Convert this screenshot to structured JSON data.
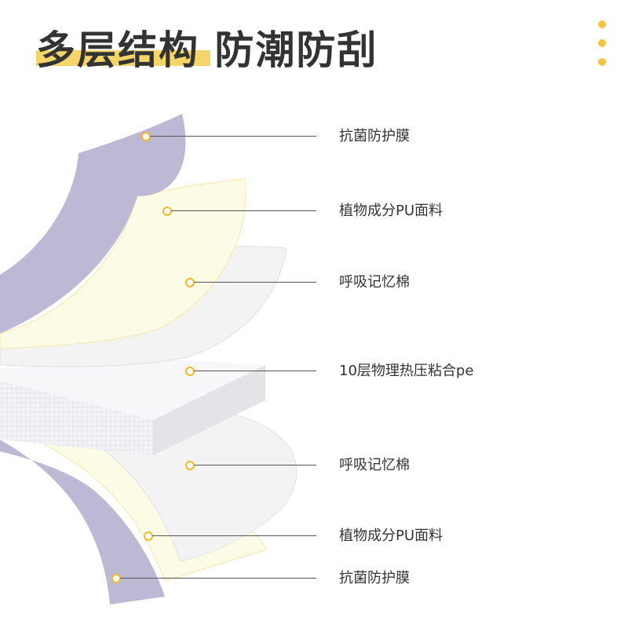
{
  "header": {
    "title": "多层结构 防潮防刮"
  },
  "accent_color": "#f3c543",
  "layer_colors": {
    "film": "#bdb8d3",
    "pu": "#fcfbe6",
    "foam": "#f1f1f1",
    "pe": "#e8e8ec"
  },
  "layers": [
    {
      "label": "抗菌防护膜"
    },
    {
      "label": "植物成分PU面料"
    },
    {
      "label": "呼吸记忆棉"
    },
    {
      "label": "10层物理热压粘合pe"
    },
    {
      "label": "呼吸记忆棉"
    },
    {
      "label": "植物成分PU面料"
    },
    {
      "label": "抗菌防护膜"
    }
  ],
  "menu_icon": "vertical-dots-icon"
}
